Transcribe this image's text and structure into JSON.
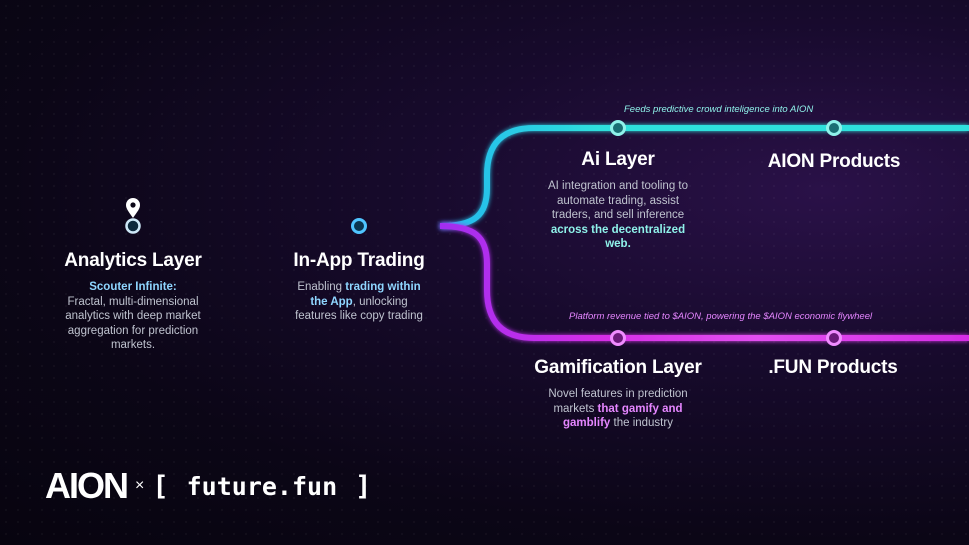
{
  "analytics": {
    "title": "Analytics Layer",
    "highlight": "Scouter Infinite:",
    "lines": [
      "Fractal, multi-dimensional",
      "analytics with deep market",
      "aggregation for prediction",
      "markets."
    ]
  },
  "inapp": {
    "title": "In-App Trading",
    "pre": "Enabling ",
    "highlight1": "trading within",
    "highlight2": "the App",
    "post1": ", unlocking",
    "line3": "features like copy trading"
  },
  "ai": {
    "title": "Ai Layer",
    "lines": [
      "AI integration and tooling to",
      "automate trading, assist",
      "traders, and sell inference"
    ],
    "highlight1": "across the decentralized",
    "highlight2": "web."
  },
  "aion_products": {
    "title": "AION Products"
  },
  "gamification": {
    "title": "Gamification Layer",
    "line1": "Novel features in prediction",
    "pre2": "markets ",
    "highlight1": "that gamify and",
    "highlight2": "gamblify",
    "post3": " the industry"
  },
  "fun_products": {
    "title": ".FUN Products"
  },
  "notes": {
    "top": "Feeds predictive crowd inteligence into AION",
    "bottom": "Platform revenue tied to $AION, powering the $AION economic flywheel"
  },
  "logo": {
    "brand": "AION",
    "times": "×",
    "bracket_open": "[",
    "partner": "future.fun",
    "bracket_close": "]"
  },
  "colors": {
    "blue": "#1e9cf0",
    "cyan": "#2ee0dc",
    "magenta": "#d52de6",
    "note_cyan": "#8ff2ea",
    "note_pink": "#e586ff"
  },
  "icons": {
    "location": "map-pin-icon"
  }
}
